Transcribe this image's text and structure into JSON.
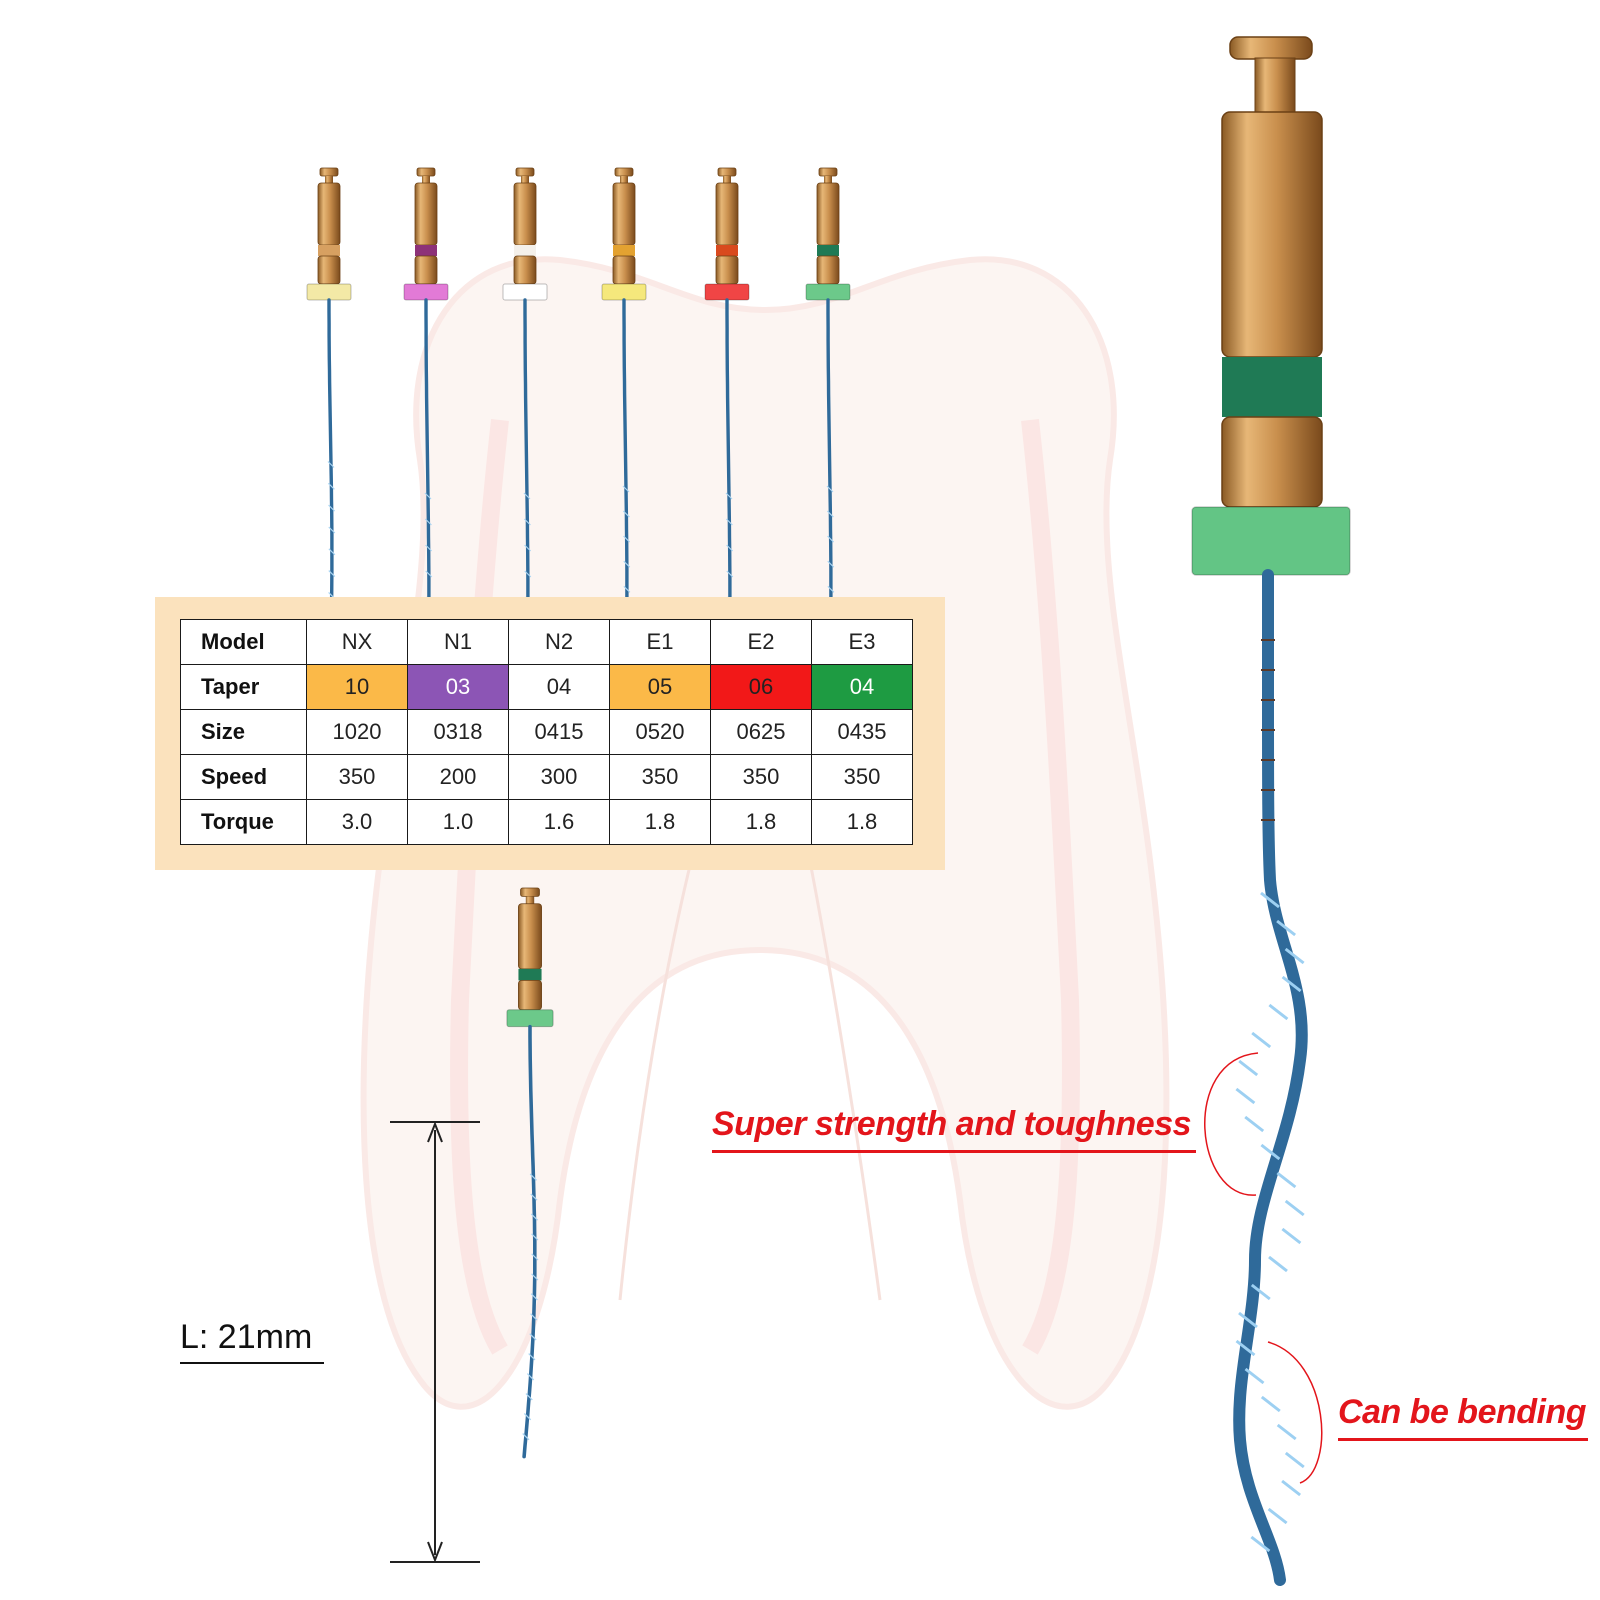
{
  "colors": {
    "file_shaft": "#2f6a9a",
    "file_handle": "#d6a15e",
    "caption_red": "#e3151b",
    "panel_bg": "#fbe2bd"
  },
  "files_row": [
    {
      "model": "NX",
      "ring_color": "#f3e9a6",
      "band_color": "#d7a061"
    },
    {
      "model": "N1",
      "ring_color": "#e27ad6",
      "band_color": "#8d3278"
    },
    {
      "model": "N2",
      "ring_color": "#ffffff",
      "band_color": "#f4f0ea"
    },
    {
      "model": "E1",
      "ring_color": "#f5e87c",
      "band_color": "#e3a231"
    },
    {
      "model": "E2",
      "ring_color": "#f04545",
      "band_color": "#d94a1e"
    },
    {
      "model": "E3",
      "ring_color": "#6cc98a",
      "band_color": "#1f7a55"
    }
  ],
  "spec_table": {
    "row_headers": [
      "Model",
      "Taper",
      "Size",
      "Speed",
      "Torque"
    ],
    "models": [
      "NX",
      "N1",
      "N2",
      "E1",
      "E2",
      "E3"
    ],
    "taper": [
      "10",
      "03",
      "04",
      "05",
      "06",
      "04"
    ],
    "taper_colors": [
      "#fbb948",
      "#8c55b5",
      "#ffffff",
      "#fbb948",
      "#f21818",
      "#1e9b42"
    ],
    "size": [
      "1020",
      "0318",
      "0415",
      "0520",
      "0625",
      "0435"
    ],
    "speed": [
      "350",
      "200",
      "300",
      "350",
      "350",
      "350"
    ],
    "torque": [
      "3.0",
      "1.0",
      "1.6",
      "1.8",
      "1.8",
      "1.8"
    ]
  },
  "length_label": "L: 21mm",
  "captions": {
    "strength": "Super strength and toughness",
    "bending": "Can be bending"
  }
}
